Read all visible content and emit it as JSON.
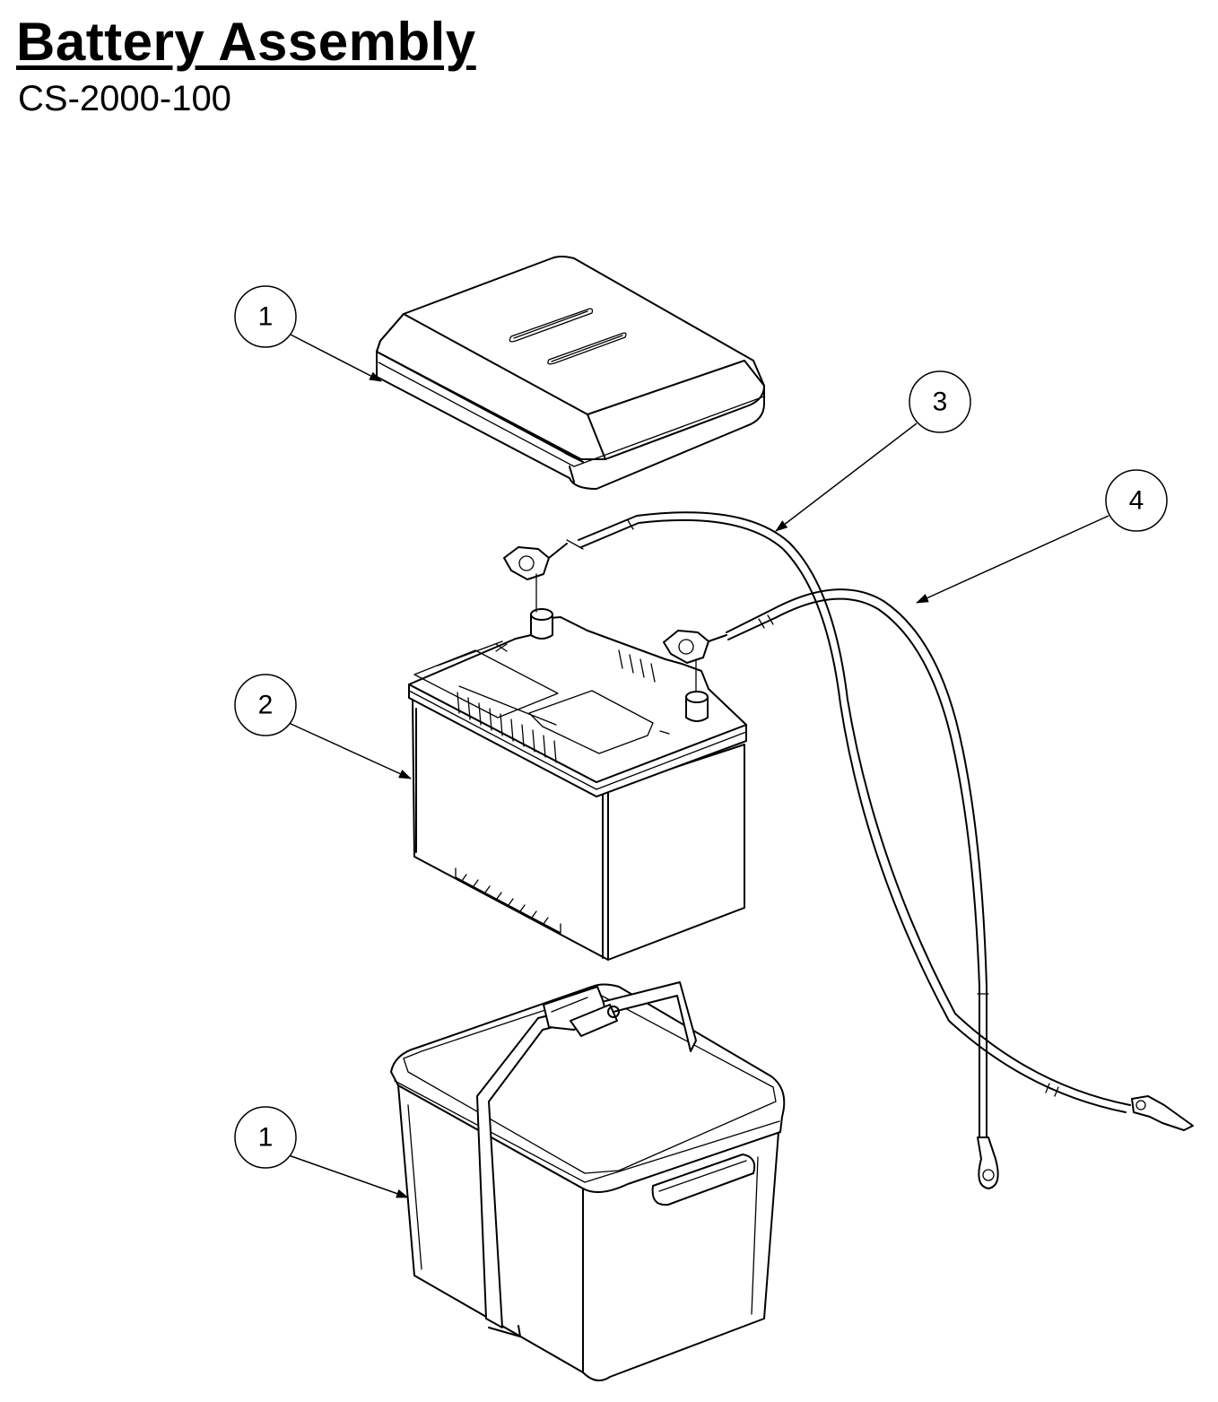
{
  "header": {
    "title": "Battery Assembly",
    "part_number": "CS-2000-100"
  },
  "callouts": [
    {
      "label": "1",
      "part": "battery-box-lid"
    },
    {
      "label": "3",
      "part": "cable-3"
    },
    {
      "label": "4",
      "part": "cable-4"
    },
    {
      "label": "2",
      "part": "battery"
    },
    {
      "label": "1",
      "part": "battery-box-base"
    }
  ],
  "colors": {
    "line": "#000000",
    "background": "#ffffff"
  }
}
